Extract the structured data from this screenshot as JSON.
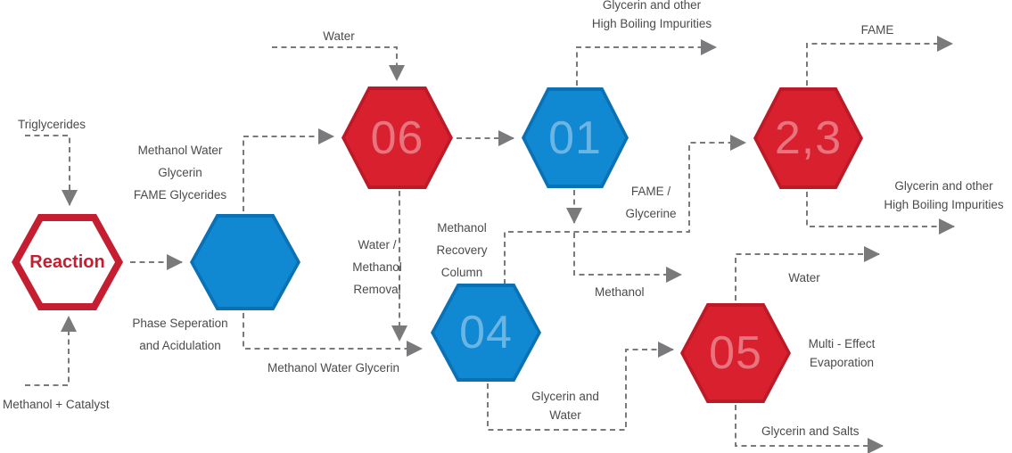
{
  "colors": {
    "red": "#D8202F",
    "red_dark": "#BD1A28",
    "blue": "#1088D2",
    "blue_dark": "#0A72B4",
    "outline_red": "#C41E30",
    "connector_gray": "#7A7A7C",
    "label_gray": "#4B4B4D",
    "node_number": "rgba(255,255,255,0.38)"
  },
  "nodes": {
    "reaction": {
      "label": "Reaction"
    },
    "phase_separation": {
      "label": ""
    },
    "unit06": {
      "label": "06"
    },
    "unit01": {
      "label": "01"
    },
    "unit23": {
      "label": "2,3"
    },
    "unit04": {
      "label": "04"
    },
    "unit05": {
      "label": "05"
    }
  },
  "labels": {
    "triglycerides": "Triglycerides",
    "methanol_catalyst": "Methanol + Catalyst",
    "feed_mix": "Methanol Water\nGlycerin\nFAME Glycerides",
    "phase_separation": "Phase Seperation\nand Acidulation",
    "water_top": "Water",
    "water_methanol_removal": "Water /\nMethanol\nRemoval",
    "methanol_water_glycerin": "Methanol Water Glycerin",
    "methanol_recovery_column": "Methanol\nRecovery\nColumn",
    "impurities_top": "Glycerin and other\nHigh Boiling Impurities",
    "fame_glycerine": "FAME /\nGlycerine",
    "methanol_recycle": "Methanol",
    "fame_out": "FAME",
    "impurities_right": "Glycerin and other\nHigh Boiling Impurities",
    "glycerin_water": "Glycerin and\nWater",
    "water_right": "Water",
    "multi_effect": "Multi - Effect\nEvaporation",
    "glycerin_salts": "Glycerin and Salts"
  }
}
